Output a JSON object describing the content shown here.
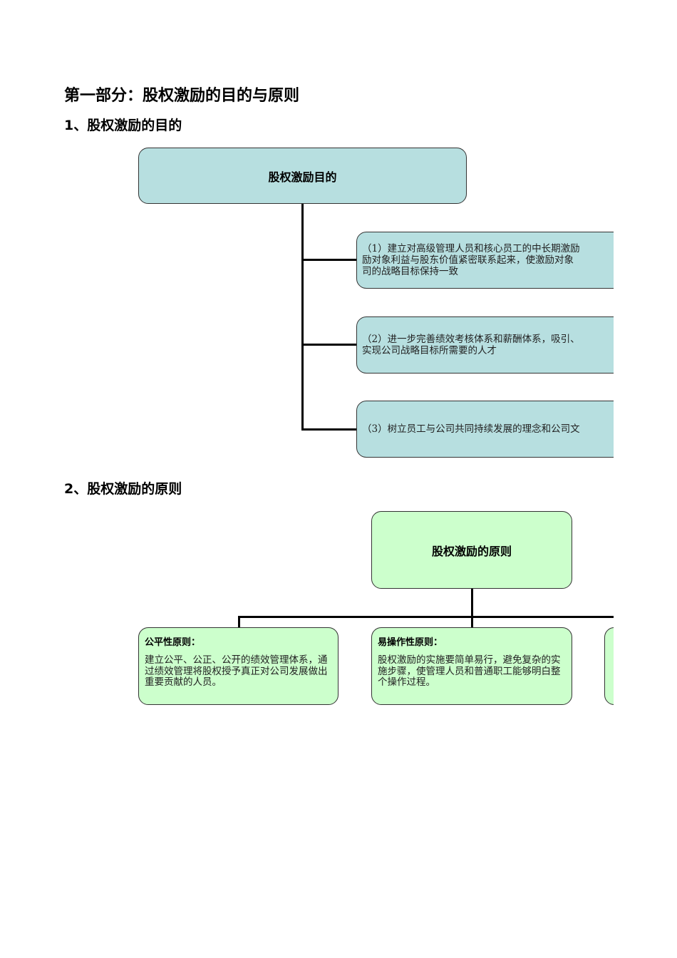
{
  "heading": "第一部分：股权激励的目的与原则",
  "section1": {
    "title": "1、股权激励的目的",
    "root": "股权激励目的",
    "items": [
      {
        "lines": [
          "（1）建立对高级管理人员和核心员工的中长期激励",
          "励对象利益与股东价值紧密联系起来，使激励对象",
          "司的战略目标保持一致"
        ]
      },
      {
        "lines": [
          "（2）进一步完善绩效考核体系和薪酬体系，吸引、",
          "实现公司战略目标所需要的人才"
        ]
      },
      {
        "lines": [
          "（3）树立员工与公司共同持续发展的理念和公司文"
        ]
      }
    ]
  },
  "section2": {
    "title": "2、股权激励的原则",
    "root": "股权激励的原则",
    "items": [
      {
        "title": "公平性原则：",
        "body": "建立公平、公正、公开的绩效管理体系，通过绩效管理将股权授予真正对公司发展做出重要贡献的人员。"
      },
      {
        "title": "易操作性原则：",
        "body": "股权激励的实施要简单易行，避免复杂的实施步骤，使管理人员和普通职工能够明白整个操作过程。"
      }
    ]
  },
  "colors": {
    "purpose_box": "#b7dfe0",
    "principle_box": "#ccffcc"
  }
}
